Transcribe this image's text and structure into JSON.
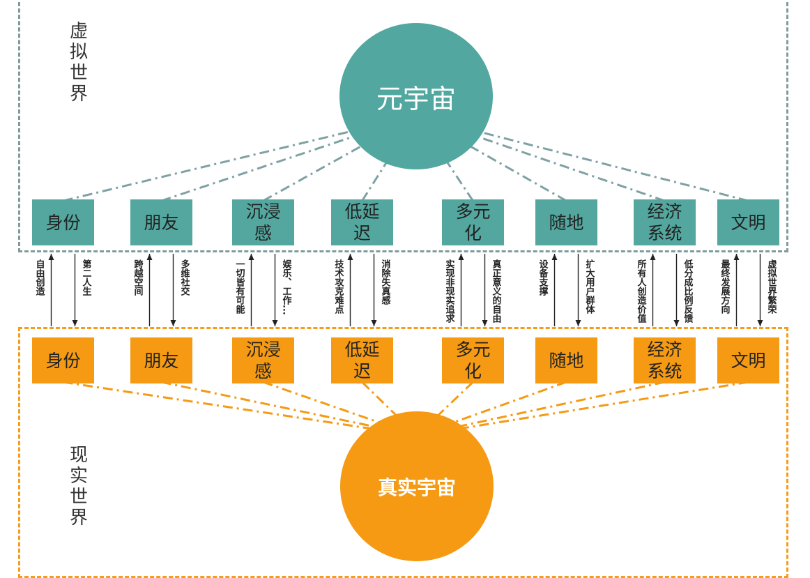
{
  "virtual_world": {
    "label": "虚拟世界",
    "hub": "元宇宙",
    "color": "#52a8a0",
    "nodes": [
      "身份",
      "朋友",
      "沉浸\n感",
      "低延\n迟",
      "多元\n化",
      "随地",
      "经济\n系统",
      "文明"
    ]
  },
  "real_world": {
    "label": "现实世界",
    "hub": "真实宇宙",
    "color": "#f59a12",
    "nodes": [
      "身份",
      "朋友",
      "沉浸\n感",
      "低延\n迟",
      "多元\n化",
      "随地",
      "经济\n系统",
      "文明"
    ]
  },
  "connections": [
    {
      "up": "自由创造",
      "down": "第二人生"
    },
    {
      "up": "跨越空间",
      "down": "多维社交"
    },
    {
      "up": "一切皆有可能",
      "down": "娱乐、工作..."
    },
    {
      "up": "技术攻克难点",
      "down": "消除失真感"
    },
    {
      "up": "实现非现实追求",
      "down": "真正意义的自由"
    },
    {
      "up": "设备支撑",
      "down": "扩大用户群体"
    },
    {
      "up": "所有人创造价值",
      "down": "低分成比例反馈"
    },
    {
      "up": "最终发展方向",
      "down": "虚拟世界繁荣"
    }
  ]
}
